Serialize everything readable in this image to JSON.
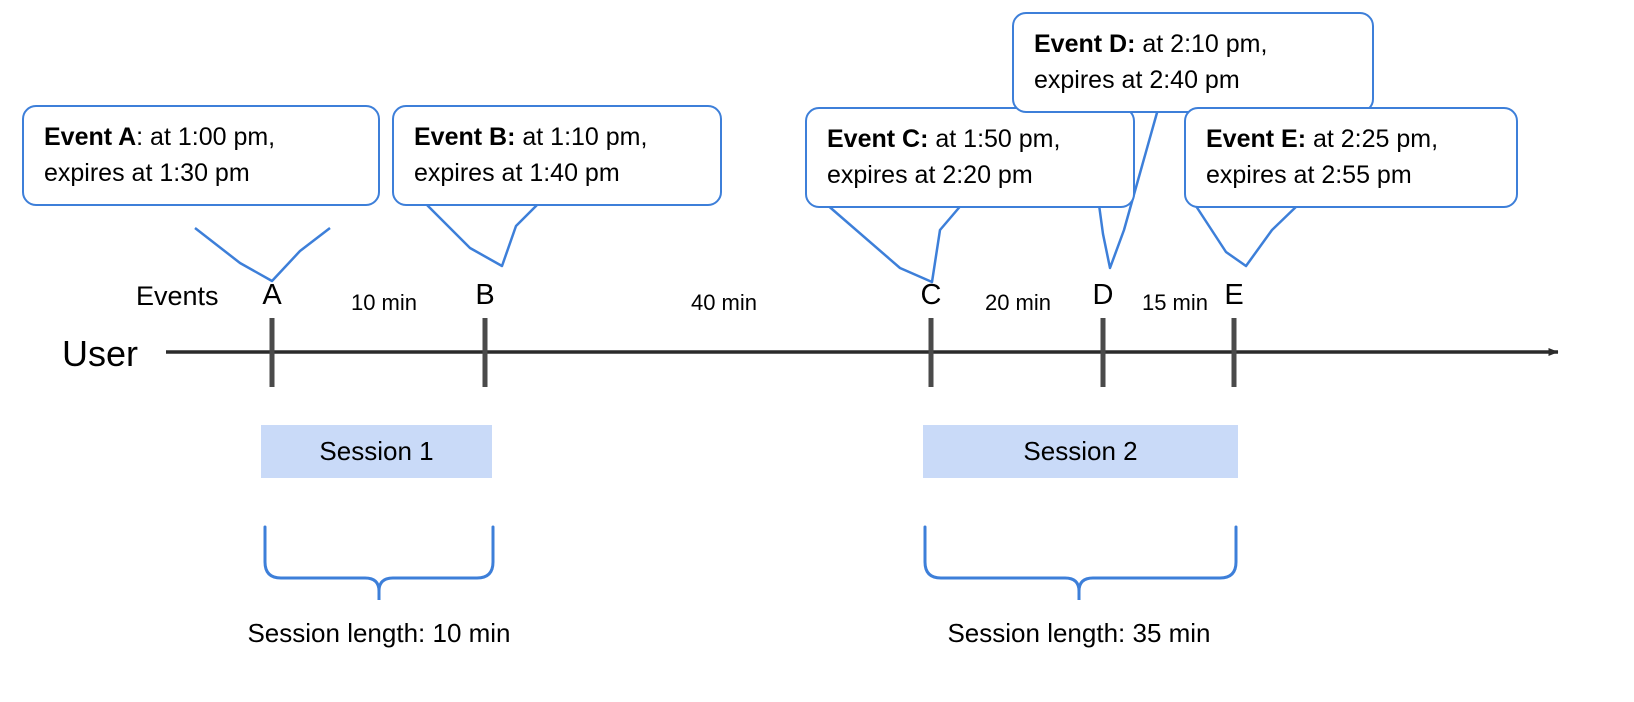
{
  "diagram": {
    "title_labels": {
      "track_label": "User",
      "events_label": "Events"
    },
    "colors": {
      "callout_border": "#3d7fd9",
      "brace": "#3d7fd9",
      "session_fill": "#c9daf8",
      "axis": "#3c3c3c",
      "text": "#000000",
      "background": "#ffffff"
    },
    "callouts": [
      {
        "id": "callout-a",
        "name": "Event A",
        "separator": ":",
        "line1": " at 1:00 pm,",
        "line2": "expires at 1:30 pm",
        "event_time": "1:00 pm",
        "expires_time": "1:30 pm"
      },
      {
        "id": "callout-b",
        "name": "Event B",
        "separator": ":",
        "line1": " at 1:10 pm,",
        "line2": "expires at 1:40 pm",
        "event_time": "1:10 pm",
        "expires_time": "1:40 pm"
      },
      {
        "id": "callout-c",
        "name": "Event C",
        "separator": ":",
        "line1": " at 1:50 pm,",
        "line2": "expires at 2:20 pm",
        "event_time": "1:50 pm",
        "expires_time": "2:20 pm"
      },
      {
        "id": "callout-d",
        "name": "Event D",
        "separator": ":",
        "line1": " at 2:10 pm,",
        "line2": "expires at 2:40 pm",
        "event_time": "2:10 pm",
        "expires_time": "2:40 pm"
      },
      {
        "id": "callout-e",
        "name": "Event E",
        "separator": ":",
        "line1": " at 2:25 pm,",
        "line2": "expires at 2:55 pm",
        "event_time": "2:25 pm",
        "expires_time": "2:55 pm"
      }
    ],
    "markers": [
      {
        "id": "marker-a",
        "label": "A"
      },
      {
        "id": "marker-b",
        "label": "B"
      },
      {
        "id": "marker-c",
        "label": "C"
      },
      {
        "id": "marker-d",
        "label": "D"
      },
      {
        "id": "marker-e",
        "label": "E"
      }
    ],
    "gaps": [
      {
        "id": "gap-ab",
        "label": "10 min"
      },
      {
        "id": "gap-bc",
        "label": "40 min"
      },
      {
        "id": "gap-cd",
        "label": "20 min"
      },
      {
        "id": "gap-de",
        "label": "15 min"
      }
    ],
    "sessions": [
      {
        "id": "session-1",
        "label": "Session 1",
        "length_label": "Session length: 10 min",
        "length_minutes": 10
      },
      {
        "id": "session-2",
        "label": "Session 2",
        "length_label": "Session length: 35 min",
        "length_minutes": 35
      }
    ]
  }
}
